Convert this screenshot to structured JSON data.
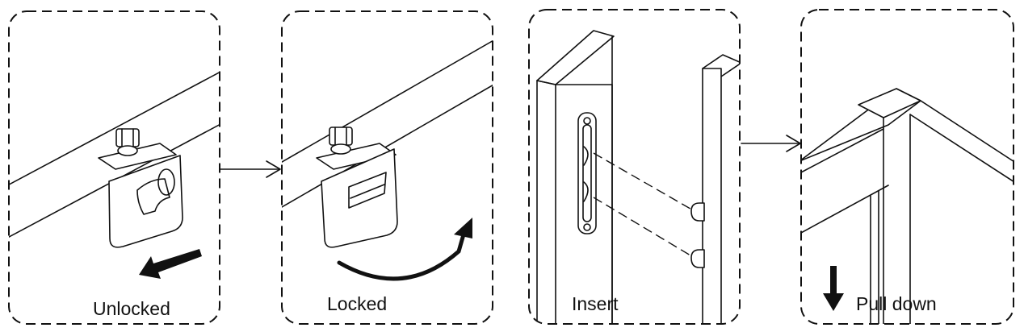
{
  "panels": [
    {
      "id": "unlocked",
      "label": "Unlocked"
    },
    {
      "id": "locked",
      "label": "Locked"
    },
    {
      "id": "insert",
      "label": "Insert"
    },
    {
      "id": "pulldown",
      "label": "Pull down"
    }
  ],
  "colors": {
    "ink": "#111111",
    "background": "#ffffff"
  },
  "icons": {
    "step_connector": "arrow-right-icon",
    "unlock_direction": "arrow-down-left-icon",
    "lock_rotation": "curved-arrow-icon",
    "pull_direction": "arrow-down-icon"
  }
}
